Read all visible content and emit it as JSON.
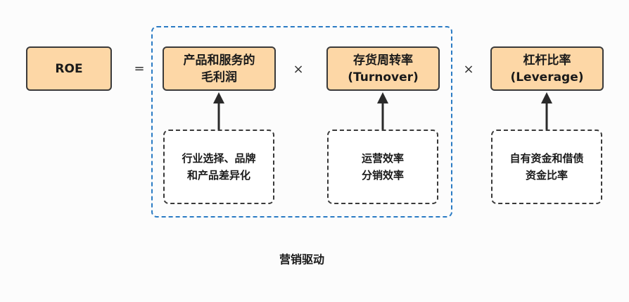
{
  "roe": {
    "label": "ROE"
  },
  "equals": "=",
  "times": "×",
  "margin": {
    "line1": "产品和服务的",
    "line2": "毛利润"
  },
  "turnover": {
    "line1": "存货周转率",
    "line2": "(Turnover)"
  },
  "leverage": {
    "line1": "杠杆比率",
    "line2": "(Leverage)"
  },
  "margin_driver": {
    "line1": "行业选择、品牌",
    "line2": "和产品差异化"
  },
  "turnover_driver": {
    "line1": "运营效率",
    "line2": "分销效率"
  },
  "leverage_driver": {
    "line1": "自有资金和借债",
    "line2": "资金比率"
  },
  "group_caption": "营销驱动",
  "colors": {
    "box_fill": "#fdd7a6",
    "box_border": "#3a3a3a",
    "group_border": "#2a7bc4"
  }
}
